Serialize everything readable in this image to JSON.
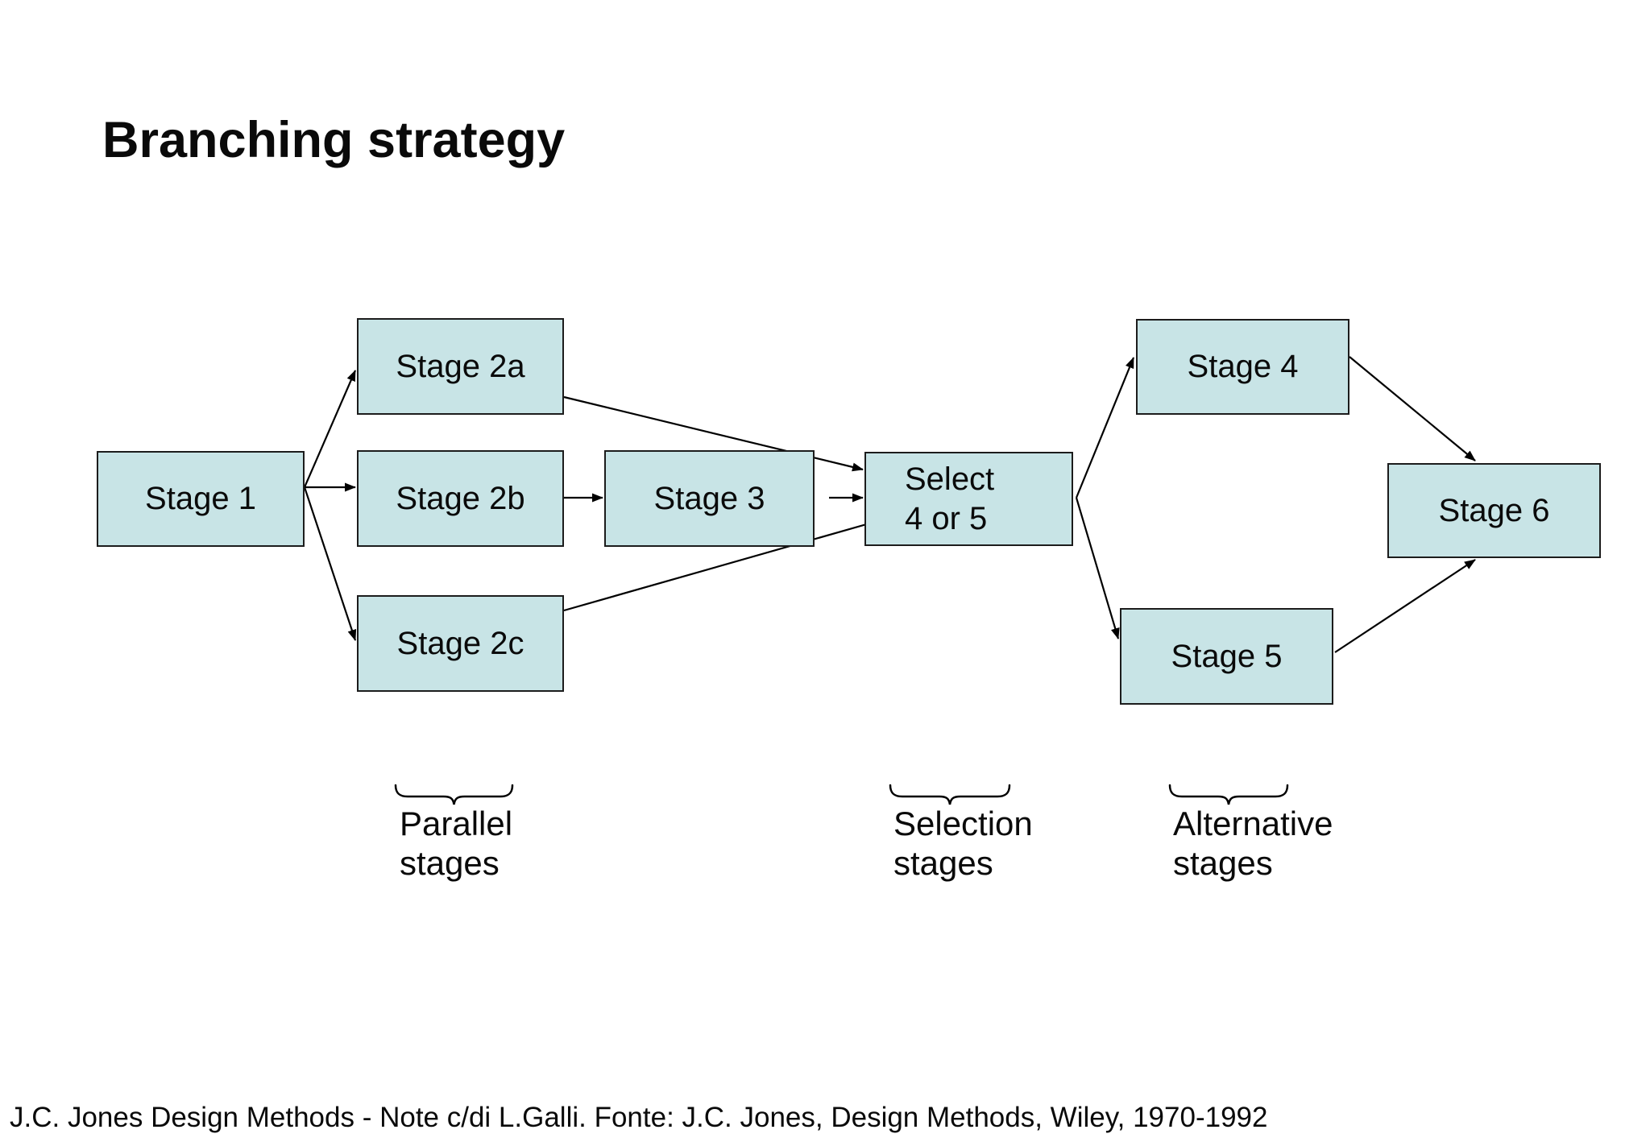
{
  "title": "Branching strategy",
  "nodes": {
    "stage1": {
      "label": "Stage 1"
    },
    "stage2a": {
      "label": "Stage 2a"
    },
    "stage2b": {
      "label": "Stage 2b"
    },
    "stage2c": {
      "label": "Stage 2c"
    },
    "stage3": {
      "label": "Stage 3"
    },
    "select45": {
      "line1": "Select",
      "line2": "4 or 5"
    },
    "stage4": {
      "label": "Stage 4"
    },
    "stage5": {
      "label": "Stage 5"
    },
    "stage6": {
      "label": "Stage 6"
    }
  },
  "edges": [
    {
      "from": "stage1",
      "to": "stage2a"
    },
    {
      "from": "stage1",
      "to": "stage2b"
    },
    {
      "from": "stage1",
      "to": "stage2c"
    },
    {
      "from": "stage2a",
      "to": "select45"
    },
    {
      "from": "stage2b",
      "to": "stage3"
    },
    {
      "from": "stage2c",
      "to": "select45"
    },
    {
      "from": "stage3",
      "to": "select45"
    },
    {
      "from": "select45",
      "to": "stage4"
    },
    {
      "from": "select45",
      "to": "stage5"
    },
    {
      "from": "stage4",
      "to": "stage6"
    },
    {
      "from": "stage5",
      "to": "stage6"
    }
  ],
  "annotations": {
    "parallel": {
      "line1": "Parallel",
      "line2": "stages"
    },
    "selection": {
      "line1": "Selection",
      "line2": "stages"
    },
    "alternative": {
      "line1": "Alternative",
      "line2": "stages"
    }
  },
  "caption": "J.C. Jones Design Methods - Note c/di L.Galli. Fonte: J.C. Jones, Design Methods, Wiley, 1970-1992",
  "colors": {
    "background": "#ffffff",
    "box_fill": "#c8e4e6",
    "box_border": "#1c1c1c",
    "connector": "#000000",
    "text": "#0a0a0a"
  }
}
